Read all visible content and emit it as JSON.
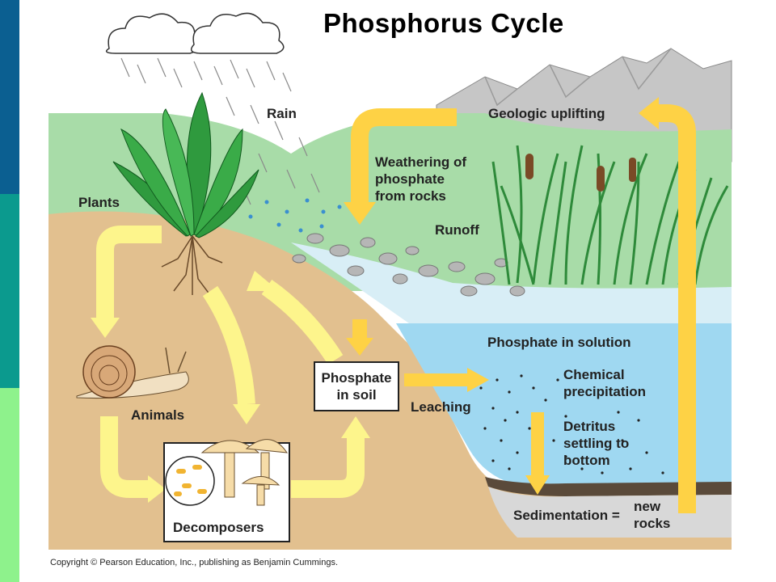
{
  "title": "Phosphorus Cycle",
  "labels": {
    "rain": "Rain",
    "geologic_uplifting": "Geologic uplifting",
    "weathering_line1": "Weathering of",
    "weathering_line2": "phosphate",
    "weathering_line3": "from rocks",
    "plants": "Plants",
    "runoff": "Runoff",
    "phosphate_in_solution": "Phosphate in solution",
    "chemical_line1": "Chemical",
    "chemical_line2": "precipitation",
    "phosphate_soil_line1": "Phosphate",
    "phosphate_soil_line2": "in soil",
    "leaching": "Leaching",
    "animals": "Animals",
    "detritus_line1": "Detritus",
    "detritus_line2": "settling to",
    "detritus_line3": "bottom",
    "decomposers": "Decomposers",
    "sedimentation": "Sedimentation =",
    "new_rocks_line1": "new",
    "new_rocks_line2": "rocks"
  },
  "copyright": "Copyright © Pearson Education, Inc., publishing as Benjamin Cummings.",
  "colors": {
    "sidebar_top": "#0b5f91",
    "sidebar_mid": "#0b9a8e",
    "sidebar_bottom": "#8ef28c",
    "arrow": "#fed245",
    "arrow_pale": "#fdf58c",
    "soil": "#e2c08f",
    "water": "#9fd8f1",
    "grass": "#a8dca8",
    "mountain": "#c6c6c6"
  }
}
